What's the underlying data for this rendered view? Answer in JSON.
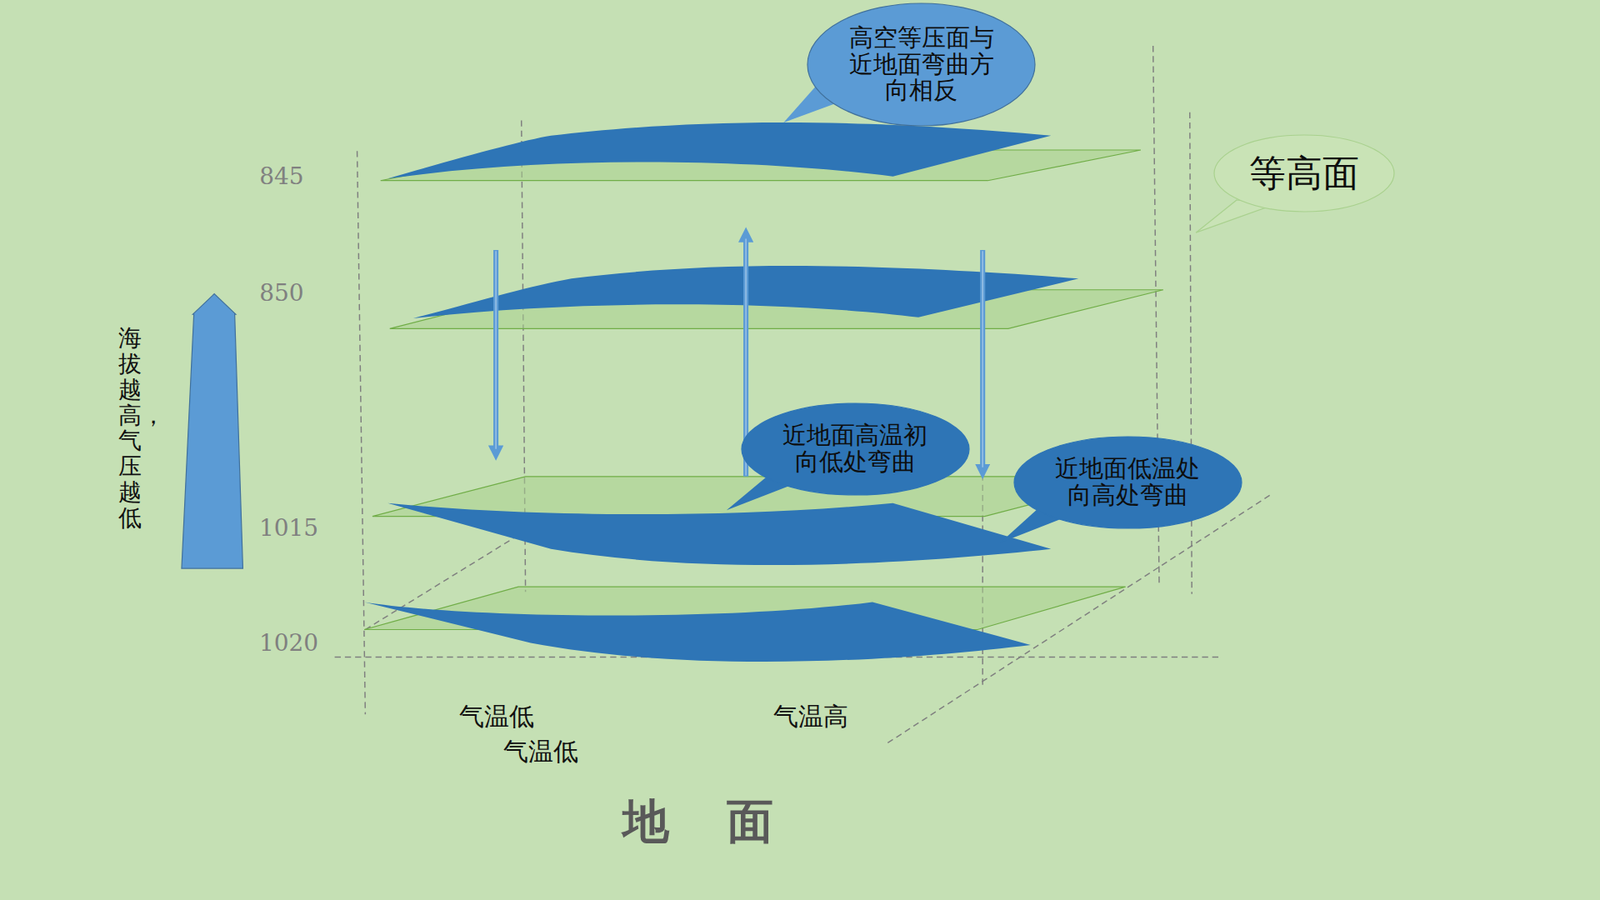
{
  "diagram": {
    "nodes": [
      {
        "text": [
          "高空等压面与近地面弯曲方向相反"
        ]
      },
      {
        "text": [
          "等高面"
        ]
      },
      {
        "text": [
          "近地面高温初向低处弯曲"
        ]
      },
      {
        "text": [
          "近地面低温处向高处弯曲"
        ]
      }
    ],
    "labels": [
      "845",
      "850",
      "1015",
      "1020",
      "海拔越高，气压越低",
      "气温低",
      "气温低",
      "气温高",
      "地 面"
    ]
  }
}
